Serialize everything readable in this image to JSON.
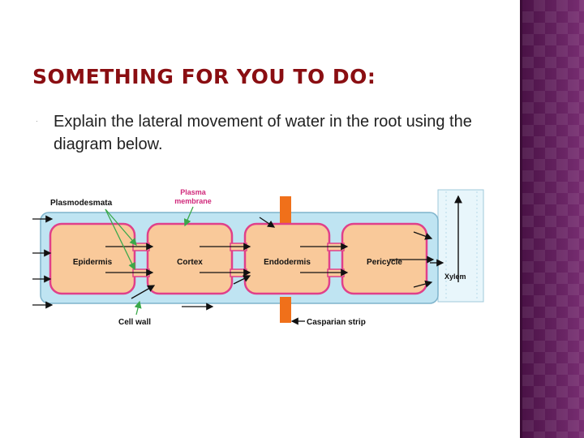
{
  "slide": {
    "title": "SOMETHING FOR YOU TO DO:",
    "bullet_symbol": "·",
    "body": "Explain the lateral movement of water in the root using the diagram below."
  },
  "diagram": {
    "labels": {
      "plasmodesmata": "Plasmodesmata",
      "plasma_membrane_line1": "Plasma",
      "plasma_membrane_line2": "membrane",
      "cell_wall": "Cell wall",
      "casparian_strip": "Casparian strip",
      "xylem": "Xylem"
    },
    "cells": [
      "Epidermis",
      "Cortex",
      "Endodermis",
      "Pericycle"
    ],
    "colors": {
      "title": "#8a0e12",
      "cell_fill": "#f9c99a",
      "cell_membrane": "#e0408a",
      "cell_wall": "#bfe4f2",
      "cell_wall_border": "#7fb4cc",
      "casparian_strip": "#f0701a",
      "pointer_lines": "#3aa84a",
      "label_pink": "#d0287a",
      "side_panel": "#5e1f5a"
    }
  }
}
